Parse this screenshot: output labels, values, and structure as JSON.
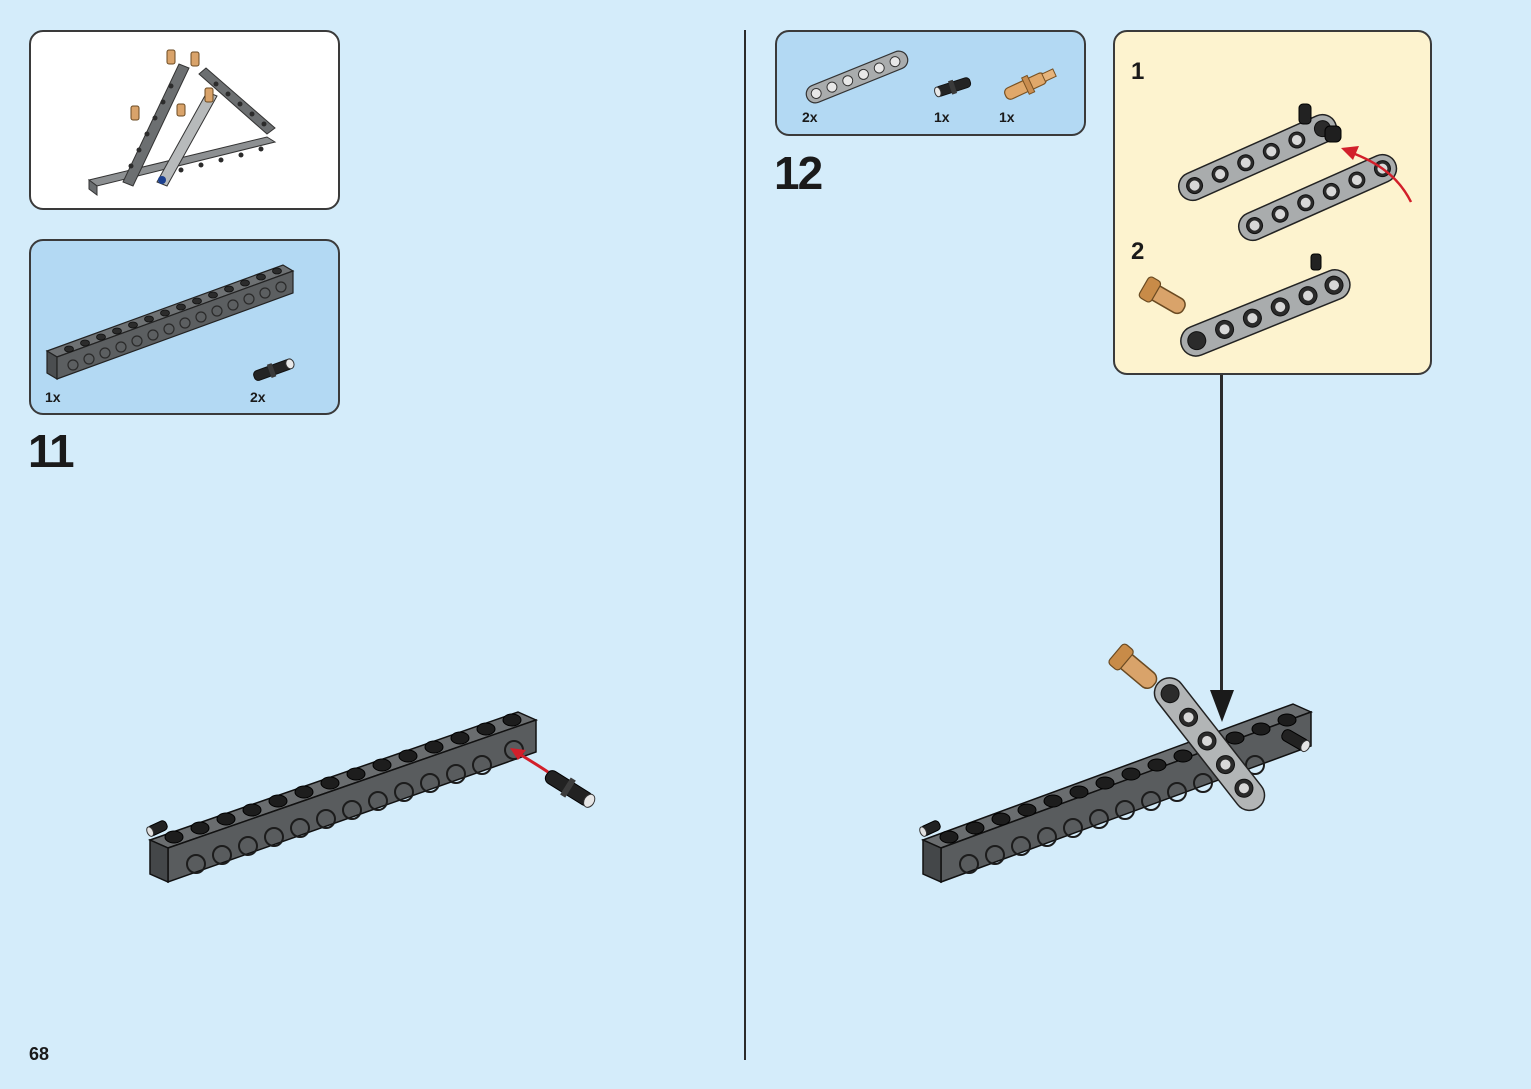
{
  "page": {
    "number": "68"
  },
  "colors": {
    "background": "#d4ecfa",
    "parts_panel": "#b3d9f3",
    "callout_panel": "#fdf3cf",
    "insertion_arrow": "#d21f2a",
    "dark_bluish_gray": "#5a5d60",
    "light_bluish_gray": "#a7aaab",
    "black_pin": "#222222",
    "tan_axle": "#d9a36a"
  },
  "step11": {
    "number": "11",
    "parts": [
      {
        "qty": "1x",
        "part": "technic-beam-brick-dark-gray"
      },
      {
        "qty": "2x",
        "part": "technic-pin-black"
      }
    ]
  },
  "step12": {
    "number": "12",
    "parts": [
      {
        "qty": "2x",
        "part": "technic-liftarm-light-gray"
      },
      {
        "qty": "1x",
        "part": "technic-pin-black"
      },
      {
        "qty": "1x",
        "part": "technic-axle-pin-tan"
      }
    ],
    "substeps": [
      {
        "number": "1"
      },
      {
        "number": "2"
      }
    ]
  }
}
